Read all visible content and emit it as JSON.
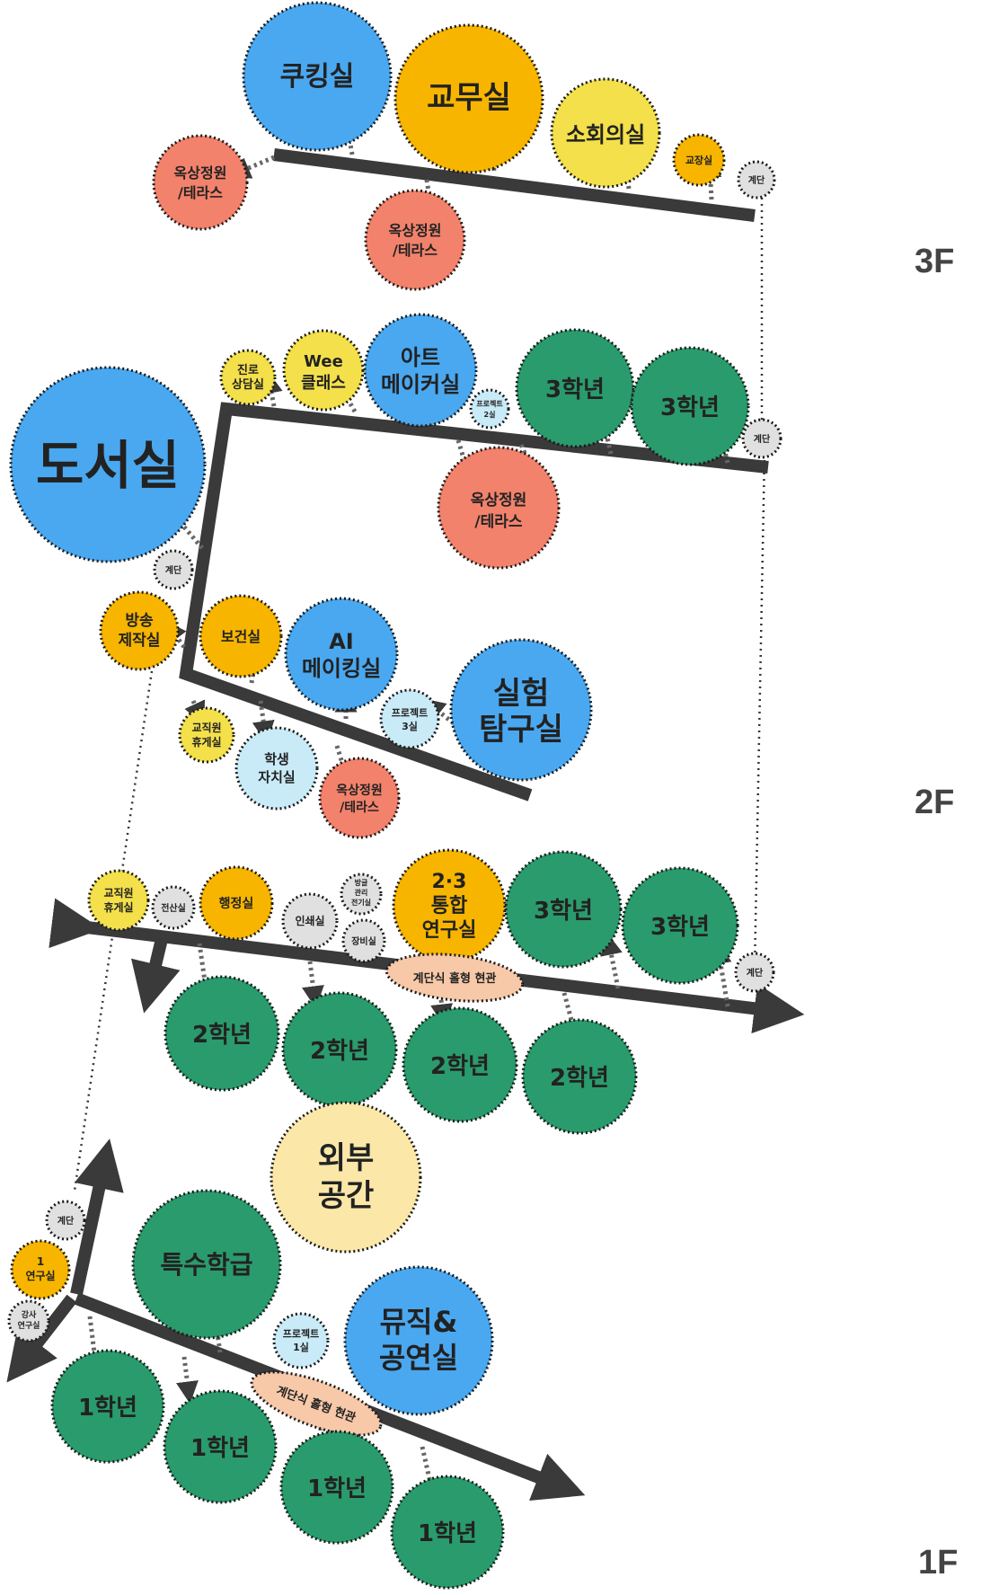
{
  "colors": {
    "blue": "#4aa8f0",
    "orange": "#f7b500",
    "yellow": "#f3e04a",
    "salmon": "#f2826c",
    "green": "#2a9b6c",
    "lightblue": "#c9eaf7",
    "gray": "#e0e0e0",
    "cream": "#fbe7a8",
    "peach": "#f7c9a9",
    "path": "#3a3a3a"
  },
  "floor_labels": {
    "f3": "3F",
    "f2": "2F",
    "f1": "1F"
  },
  "rooms": {
    "cooking": "쿠킹실",
    "staff_room": "교무실",
    "small_meeting": "소회의실",
    "principal": "교장실",
    "stairs": "계단",
    "rooftop_terrace_1": "옥상정원",
    "rooftop_terrace_2": "/테라스",
    "library": "도서실",
    "career_1": "진로",
    "career_2": "상담실",
    "wee_1": "Wee",
    "wee_2": "클래스",
    "art_1": "아트",
    "art_2": "메이커실",
    "project2_1": "프로젝트",
    "project2_2": "2실",
    "grade3": "3학년",
    "broadcast_1": "방송",
    "broadcast_2": "제작실",
    "health": "보건실",
    "ai_1": "AI",
    "ai_2": "메이킹실",
    "project3_1": "프로젝트",
    "project3_2": "3실",
    "lab_1": "실험",
    "lab_2": "탐구실",
    "staff_lounge_1": "교직원",
    "staff_lounge_2": "휴게실",
    "student_council_1": "학생",
    "student_council_2": "자치실",
    "computing": "전산실",
    "admin": "행정실",
    "print": "인쇄실",
    "facility_1": "방글",
    "facility_2": "관리",
    "facility_3": "전기실",
    "equipment": "장비실",
    "joint_lab_1": "2·3",
    "joint_lab_2": "통합",
    "joint_lab_3": "연구실",
    "grade2": "2학년",
    "entrance": "계단식 홀형 현관",
    "outdoor_1": "외부",
    "outdoor_2": "공간",
    "special_class": "특수학급",
    "research1_1": "1",
    "research1_2": "연구실",
    "lecturer_1": "강사",
    "lecturer_2": "연구실",
    "project1_1": "프로젝트",
    "project1_2": "1실",
    "music_1": "뮤직&",
    "music_2": "공연실",
    "grade1": "1학년"
  }
}
